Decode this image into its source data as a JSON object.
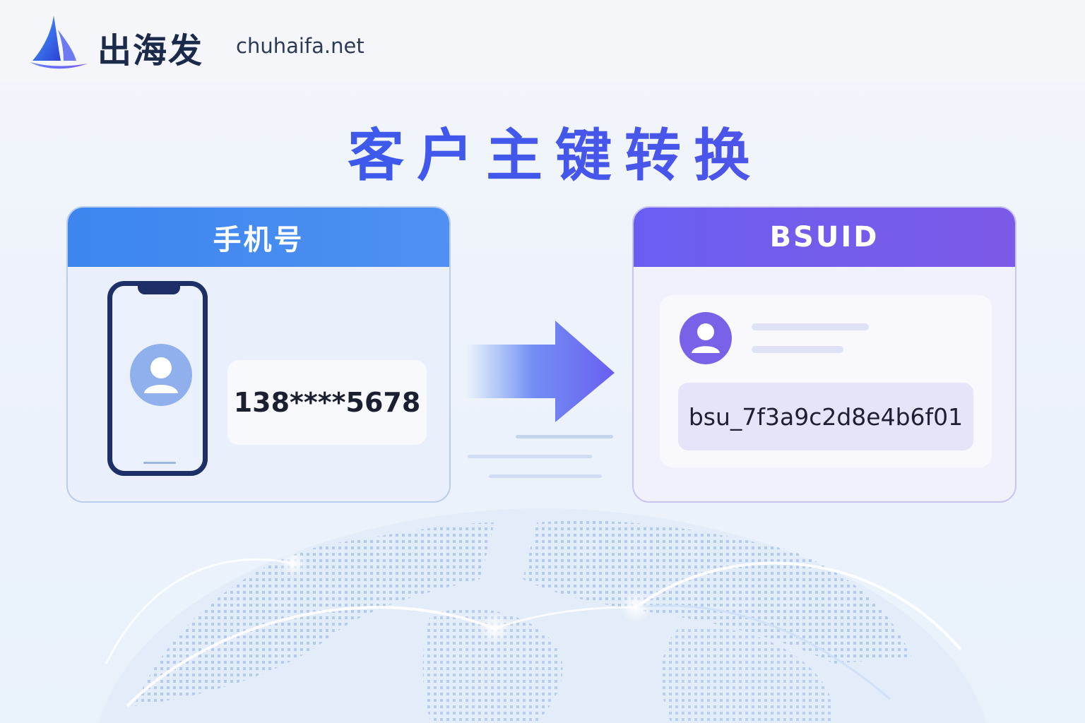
{
  "header": {
    "brand_name": "出海发",
    "domain": "chuhaifa.net"
  },
  "title": "客户主键转换",
  "left_card": {
    "header": "手机号",
    "phone_number": "138****5678"
  },
  "right_card": {
    "header": "BSUID",
    "bsuid_value": "bsu_7f3a9c2d8e4b6f01"
  },
  "colors": {
    "primary_blue": "#3c86ee",
    "primary_purple": "#6a5ef0",
    "title_gradient_start": "#2f5ff0",
    "title_gradient_end": "#5a4fe6",
    "phone_outline": "#1d2f66"
  },
  "icons": {
    "logo": "sailboat-logo-icon",
    "phone": "smartphone-icon",
    "left_avatar": "user-avatar-icon",
    "right_avatar": "user-avatar-icon",
    "arrow": "arrow-right-icon",
    "background": "world-map-icon"
  }
}
